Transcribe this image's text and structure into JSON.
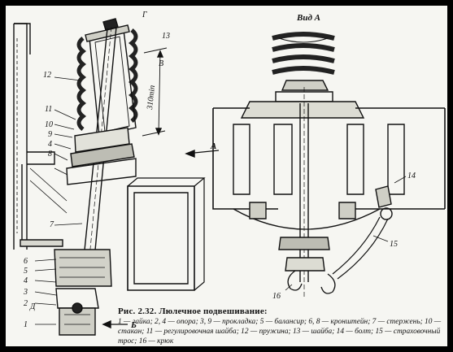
{
  "figure": {
    "view_label": "Вид А",
    "dimension": "310min",
    "arrow_label": "А",
    "section_label": "Б",
    "letter_g": "Г",
    "letter_v": "В",
    "letter_d": "Д",
    "left_numbers": [
      "12",
      "11",
      "10",
      "9",
      "4",
      "8",
      "7",
      "6",
      "5",
      "4",
      "3",
      "2",
      "1"
    ],
    "top_number": "13",
    "right_numbers": [
      "14",
      "15",
      "16"
    ],
    "caption_title": "Рис. 2.32. Люлечное подвешивание:",
    "caption_text": "1 — гайка; 2, 4 — опора; 3, 9 — прокладка; 5 — балансир; 6, 8 — кронштейн; 7 — стержень; 10 — стакан; 11 — регулировочная шайба; 12 — пружина; 13 — шайба; 14 — болт; 15 — страховочный трос; 16 — крюк"
  }
}
